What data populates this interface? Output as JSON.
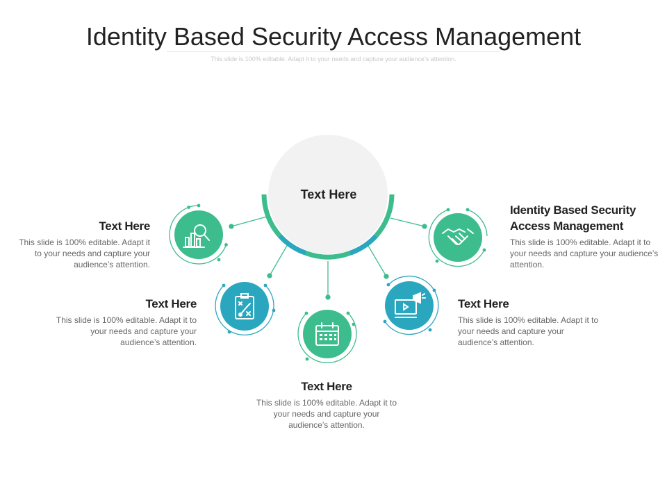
{
  "title": "Identity Based Security Access Management",
  "subtitle": "This slide is 100% editable. Adapt it to your needs and capture your audience’s attention.",
  "center": {
    "label": "Text Here"
  },
  "colors": {
    "green": "#3dbd8e",
    "teal": "#2aa7bf",
    "hub": "#f2f2f2"
  },
  "items": [
    {
      "heading": "Text Here",
      "desc": "This slide is 100% editable. Adapt it to your needs and capture your audience’s attention.",
      "icon": "analytics-magnifier-icon"
    },
    {
      "heading": "Text Here",
      "desc": "This slide is 100% editable. Adapt it to your needs and capture your audience’s attention.",
      "icon": "strategy-clipboard-icon"
    },
    {
      "heading": "Text Here",
      "desc": "This slide is 100% editable. Adapt it to your needs and capture your audience’s attention.",
      "icon": "calendar-icon"
    },
    {
      "heading": "Text Here",
      "desc": "This slide is 100% editable. Adapt it to your needs and capture your audience’s attention.",
      "icon": "video-megaphone-icon"
    },
    {
      "heading": "Identity Based Security Access Management",
      "desc": "This slide is 100% editable. Adapt it to your needs and capture your audience’s attention.",
      "icon": "handshake-icon"
    }
  ]
}
